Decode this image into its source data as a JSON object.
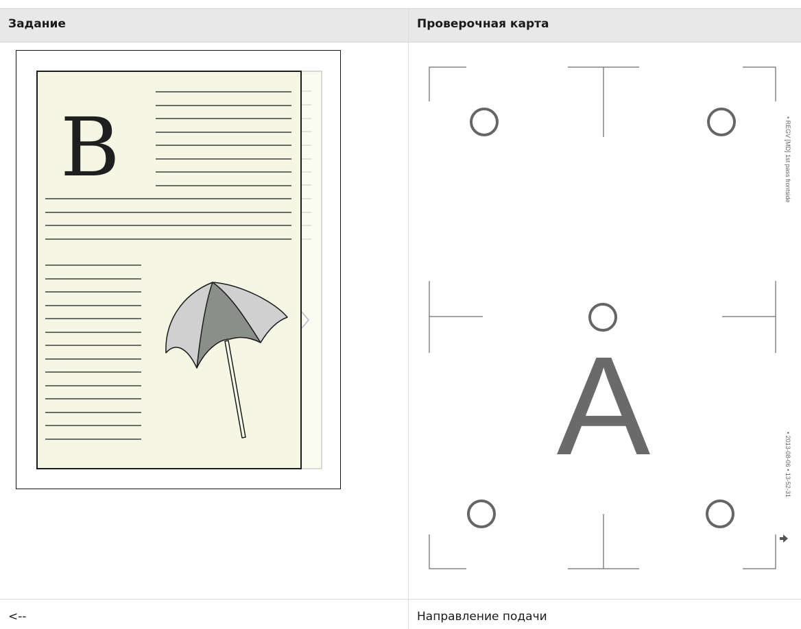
{
  "table": {
    "headers": [
      "Задание",
      "Проверочная карта"
    ],
    "footer": [
      "<--",
      "Направление подачи"
    ]
  },
  "job_page": {
    "letter": "B",
    "colors": {
      "paper": "#f5f7e4",
      "umbrella_light": "#d0d0d0",
      "umbrella_dark": "#8a8f8a"
    }
  },
  "check_card": {
    "letter": "A",
    "side_text_top": "• REGV   [MD]   1st pass frontside",
    "side_text_bottom": "• 2013-08-06 • 13-52-31"
  }
}
